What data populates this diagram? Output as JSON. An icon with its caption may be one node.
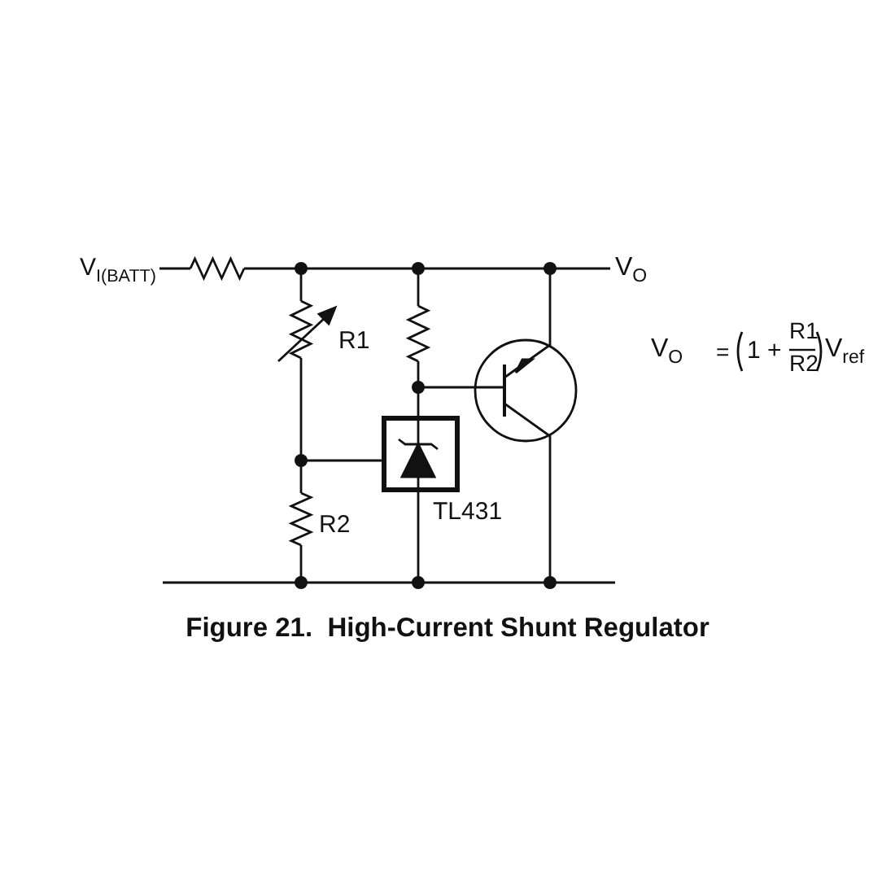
{
  "diagram": {
    "caption": "Figure 21.  High-Current Shunt Regulator",
    "labels": [
      "V$_{I(BATT)}$",
      "V$_{O}$",
      "R1",
      "V$_{O}$",
      "=",
      "1 +",
      "R1",
      "R2",
      "V$_{ref}$",
      "TL431",
      "R2"
    ]
  }
}
